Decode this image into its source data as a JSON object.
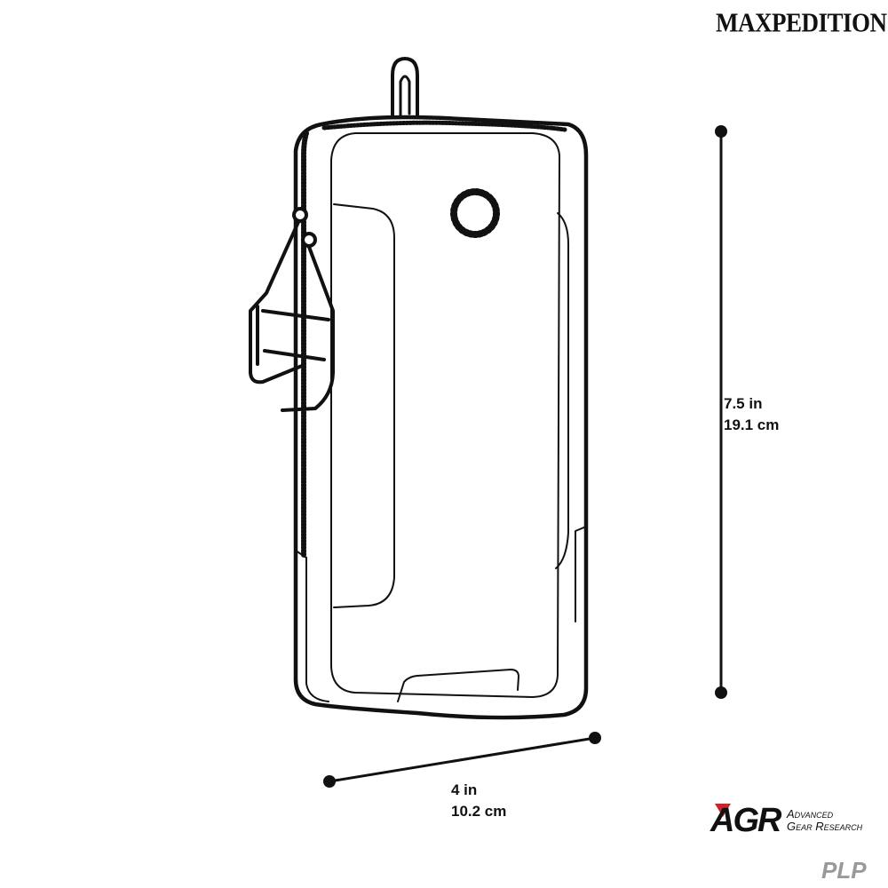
{
  "brand": {
    "logo_text": "MAXPEDITION"
  },
  "product": {
    "name": "PLP",
    "line": "AGR",
    "line_subtitle_1": "Advanced",
    "line_subtitle_2": "Gear Research"
  },
  "dimensions": {
    "height": {
      "imperial": "7.5 in",
      "metric": "19.1 cm"
    },
    "width": {
      "imperial": "4 in",
      "metric": "10.2 cm"
    }
  },
  "colors": {
    "outline": "#111111",
    "accent_red": "#d0202a",
    "plp_gray": "#999999"
  }
}
